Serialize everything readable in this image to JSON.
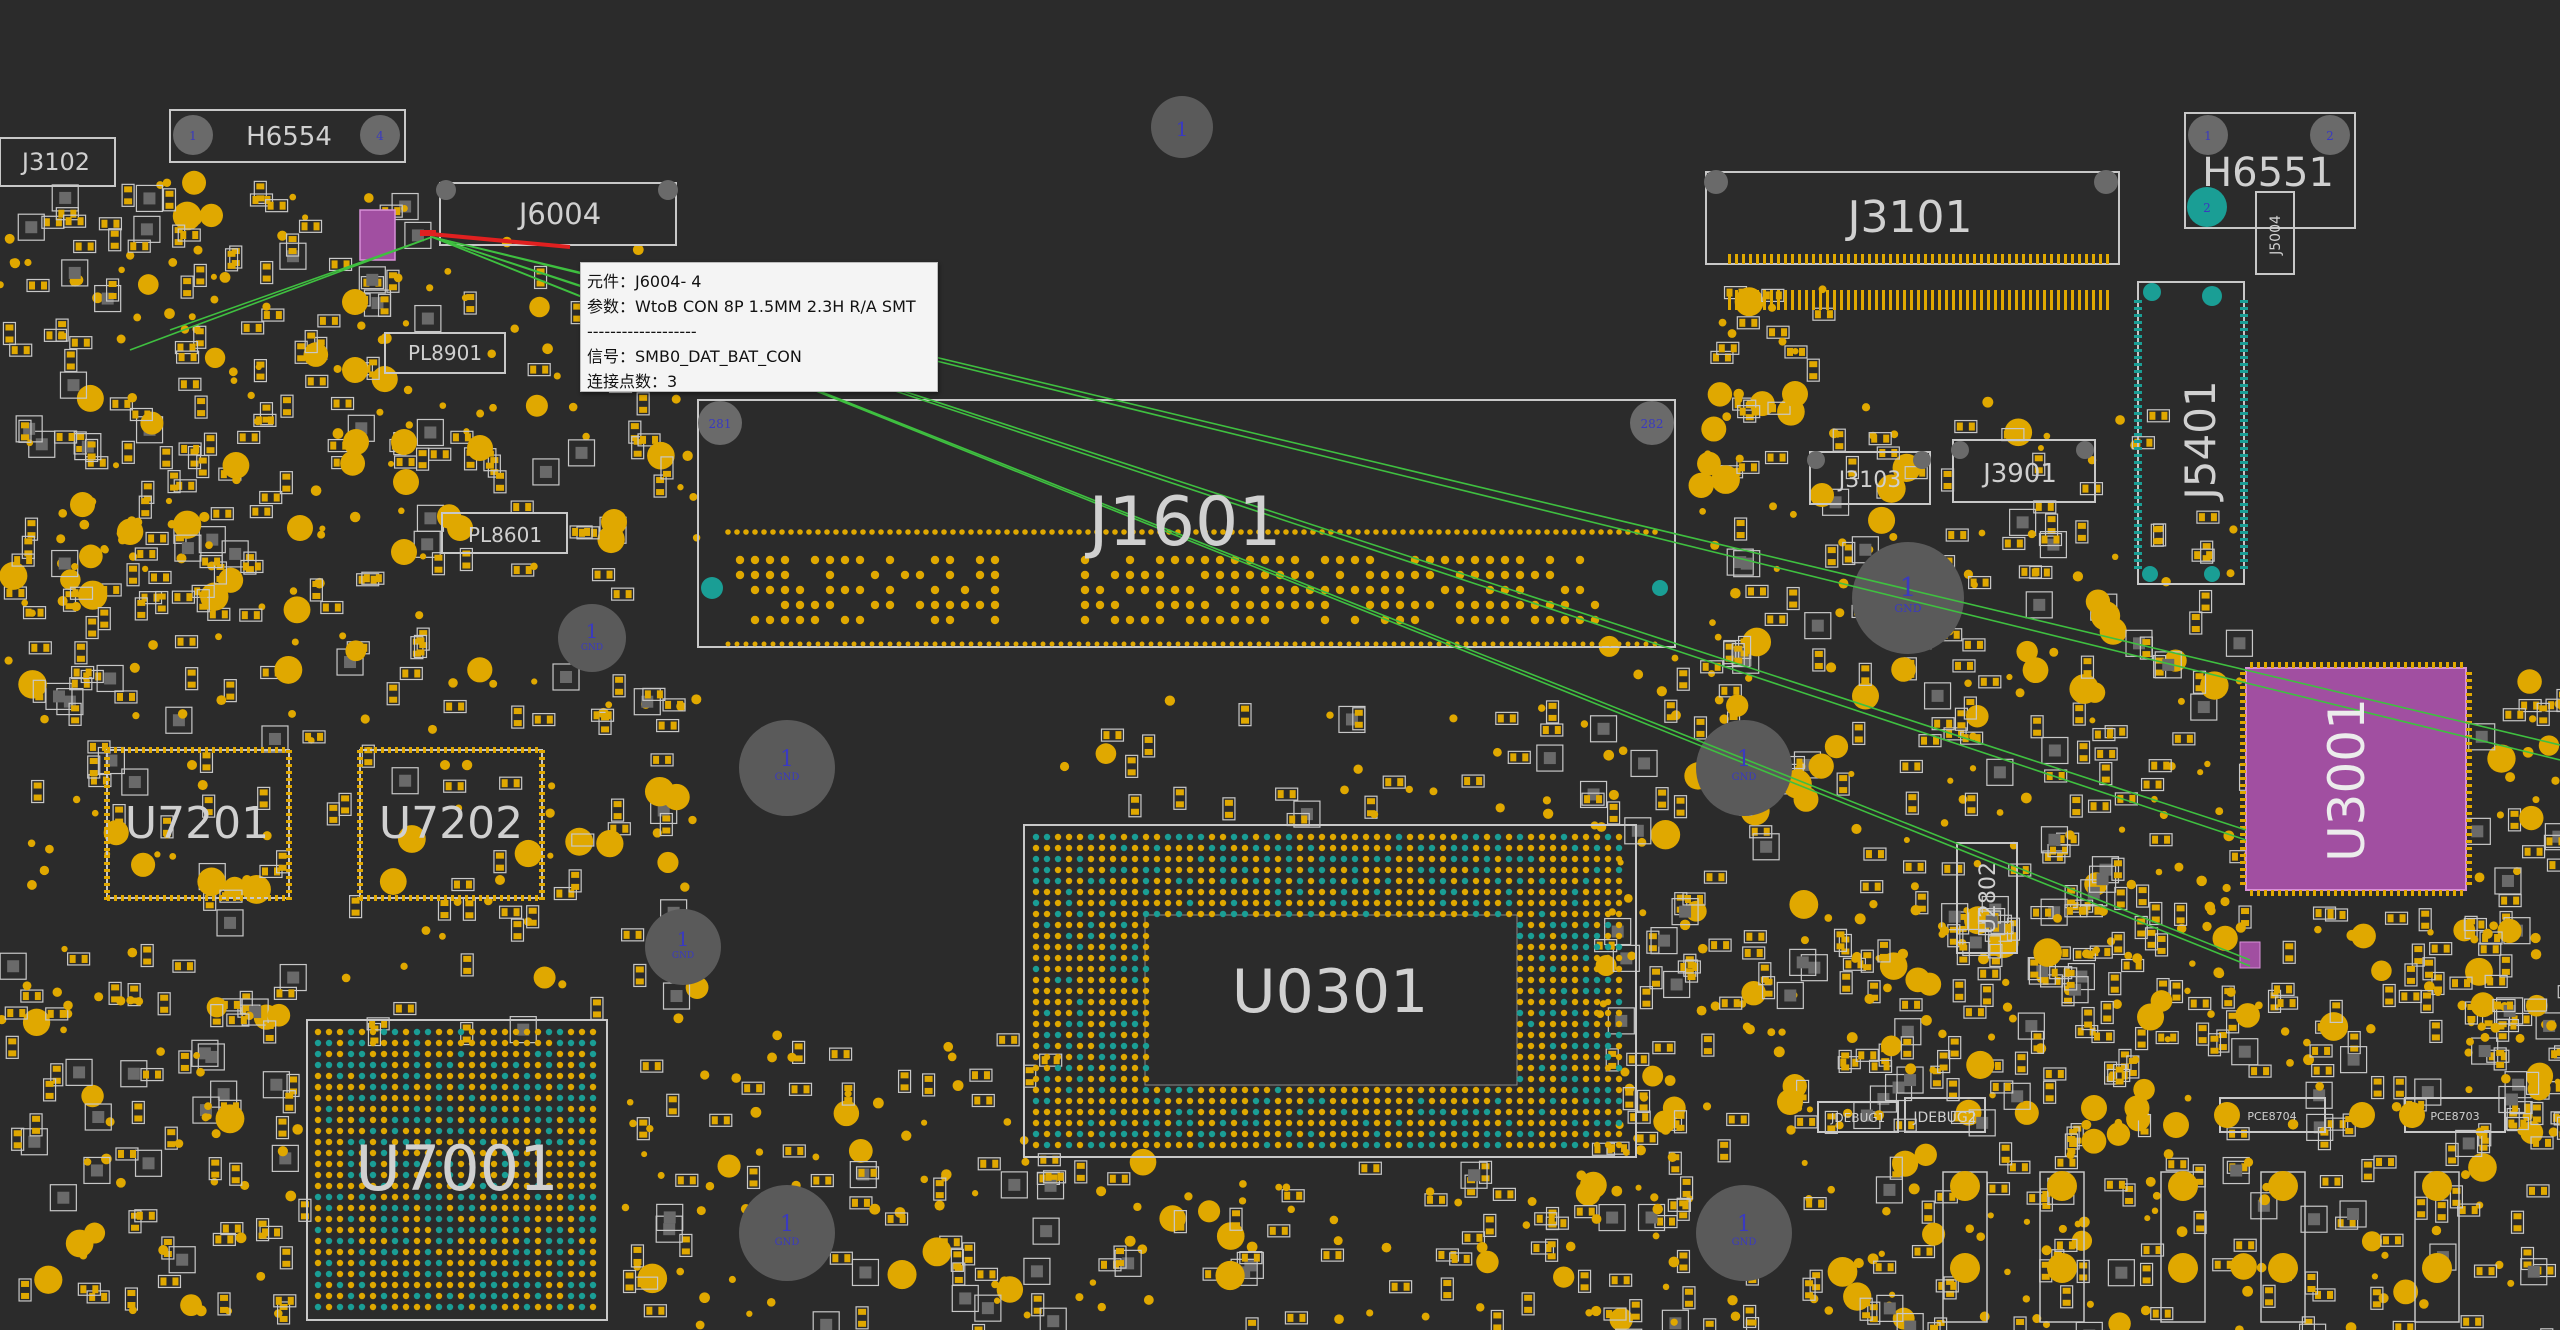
{
  "components": {
    "J3102": "J3102",
    "H6554": "H6554",
    "J6004": "J6004",
    "J3101": "J3101",
    "H6551": "H6551",
    "J5004": "J5004",
    "J5401": "J5401",
    "J1601": "J1601",
    "J3103": "J3103",
    "J3901": "J3901",
    "U7201": "U7201",
    "U7202": "U7202",
    "U0301": "U0301",
    "U7001": "U7001",
    "U3001": "U3001",
    "U2802": "U2802",
    "PL8901": "PL8901",
    "PL8601": "PL8601",
    "JDEBUG1": "JDEBUG1",
    "JDEBUG2": "JDEBUG2",
    "PCE8704": "PCE8704",
    "PCE8703": "PCE8703"
  },
  "pads": {
    "one": "1",
    "two": "2",
    "four": "4",
    "gnd": "GND",
    "pin281": "281",
    "pin282": "282"
  },
  "tooltip": {
    "component_line": "元件：J6004- 4",
    "param_line": "参数：WtoB CON 8P 1.5MM 2.3H R/A SMT",
    "separator": "-------------------",
    "signal_line": "信号：SMB0_DAT_BAT_CON",
    "connections_line": "连接点数：3"
  },
  "colors": {
    "background": "#2b2b2b",
    "pad": "#e0a800",
    "silk": "#c8c8c8",
    "net_line": "#3fc040",
    "highlight_red": "#e02020",
    "highlight_component": "#a14fa1",
    "teal": "#1a9e95",
    "gnd_circle": "#5a5a5a"
  }
}
